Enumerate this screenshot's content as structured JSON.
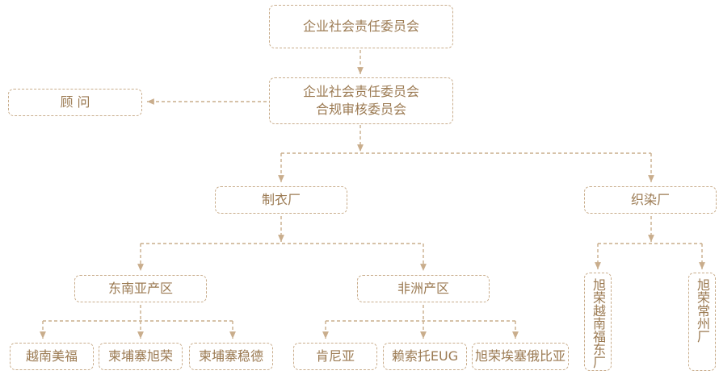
{
  "nodes": {
    "csr_committee": "企业社会责任委员会",
    "audit_committee_line1": "企业社会责任委员会",
    "audit_committee_line2": "合规审核委员会",
    "advisor": "顾 问",
    "garment_factory": "制衣厂",
    "dyeing_factory": "织染厂",
    "southeast_asia": "东南亚产区",
    "africa": "非洲产区",
    "vietnam_meifu": "越南美福",
    "cambodia_xurong": "柬埔寨旭荣",
    "cambodia_wende": "柬埔寨稳德",
    "kenya": "肯尼亚",
    "lesotho_eug": "赖索托EUG",
    "ethiopia": "旭荣埃塞俄比亚",
    "xurong_vietnam_fudong": "旭荣越南福东厂",
    "xurong_changzhou": "旭荣常州厂"
  },
  "colors": {
    "line": "#c9ad8c",
    "text": "#9b7a52"
  }
}
